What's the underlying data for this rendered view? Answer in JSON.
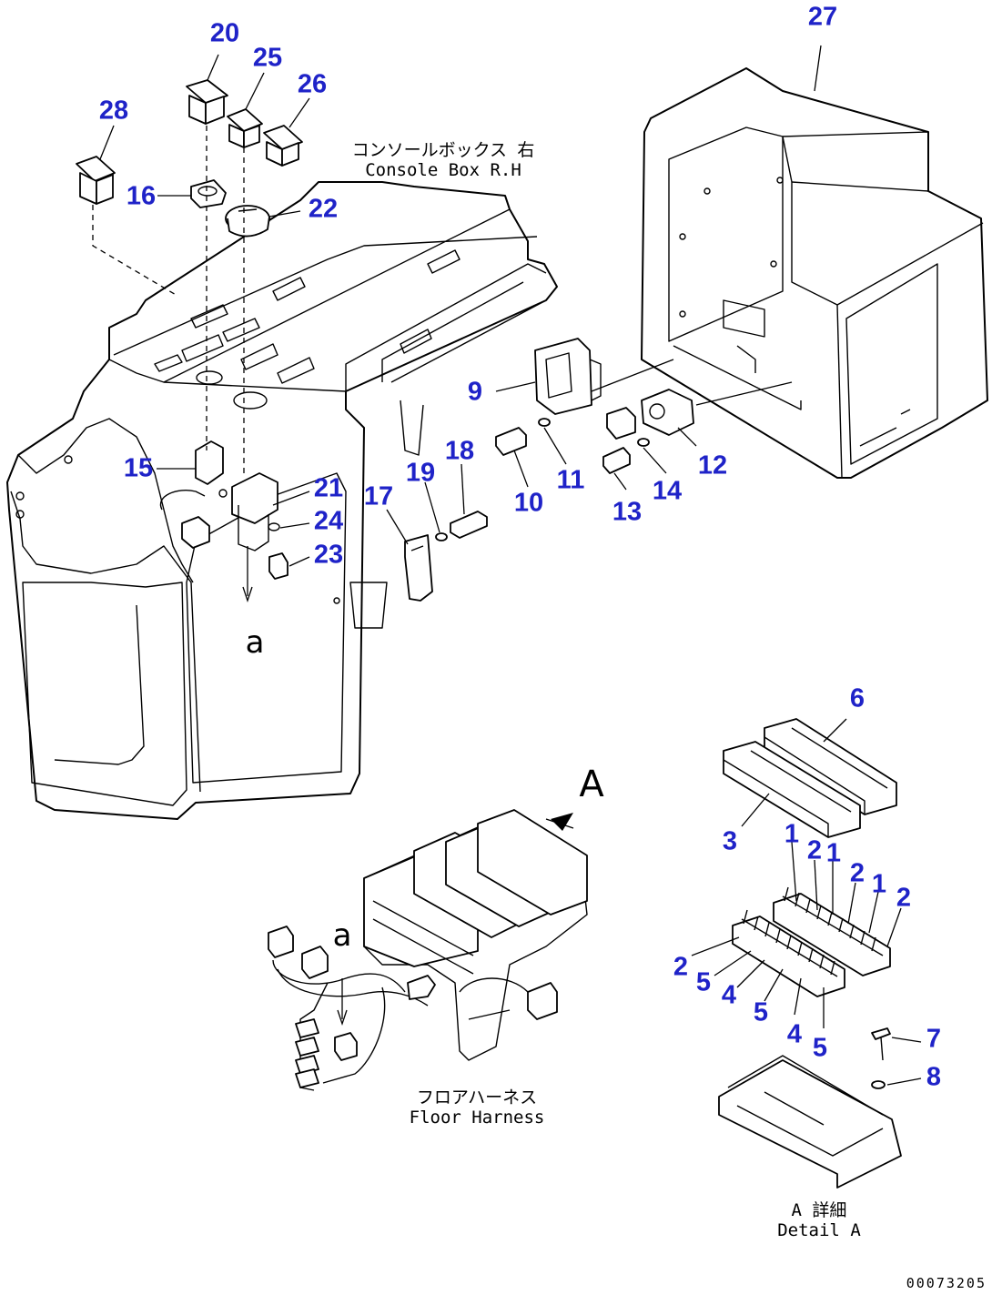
{
  "callouts": [
    {
      "id": "c20",
      "text": "20"
    },
    {
      "id": "c25",
      "text": "25"
    },
    {
      "id": "c26",
      "text": "26"
    },
    {
      "id": "c28",
      "text": "28"
    },
    {
      "id": "c16",
      "text": "16"
    },
    {
      "id": "c22",
      "text": "22"
    },
    {
      "id": "c27",
      "text": "27"
    },
    {
      "id": "c9",
      "text": "9"
    },
    {
      "id": "c11",
      "text": "11"
    },
    {
      "id": "c10",
      "text": "10"
    },
    {
      "id": "c12",
      "text": "12"
    },
    {
      "id": "c14",
      "text": "14"
    },
    {
      "id": "c13",
      "text": "13"
    },
    {
      "id": "c18",
      "text": "18"
    },
    {
      "id": "c19",
      "text": "19"
    },
    {
      "id": "c17",
      "text": "17"
    },
    {
      "id": "c15",
      "text": "15"
    },
    {
      "id": "c21",
      "text": "21"
    },
    {
      "id": "c24",
      "text": "24"
    },
    {
      "id": "c23",
      "text": "23"
    },
    {
      "id": "c6",
      "text": "6"
    },
    {
      "id": "c3",
      "text": "3"
    },
    {
      "id": "c1a",
      "text": "1"
    },
    {
      "id": "c2a",
      "text": "2"
    },
    {
      "id": "c1b",
      "text": "1"
    },
    {
      "id": "c2b",
      "text": "2"
    },
    {
      "id": "c1c",
      "text": "1"
    },
    {
      "id": "c2c",
      "text": "2"
    },
    {
      "id": "c2d",
      "text": "2"
    },
    {
      "id": "c5a",
      "text": "5"
    },
    {
      "id": "c4a",
      "text": "4"
    },
    {
      "id": "c5b",
      "text": "5"
    },
    {
      "id": "c4b",
      "text": "4"
    },
    {
      "id": "c5c",
      "text": "5"
    },
    {
      "id": "c7",
      "text": "7"
    },
    {
      "id": "c8",
      "text": "8"
    }
  ],
  "labels": {
    "console_jp": "コンソールボックス 右",
    "console_en": "Console Box R.H",
    "floor_jp": "フロアハーネス",
    "floor_en": "Floor Harness",
    "detail_jp": "A 詳細",
    "detail_en": "Detail A",
    "view_a_upper": "a",
    "view_a_lower": "a",
    "view_A": "A",
    "doc_number": "00073205"
  },
  "colors": {
    "callout": "#1f23c8",
    "line": "#000000",
    "background": "#ffffff"
  }
}
